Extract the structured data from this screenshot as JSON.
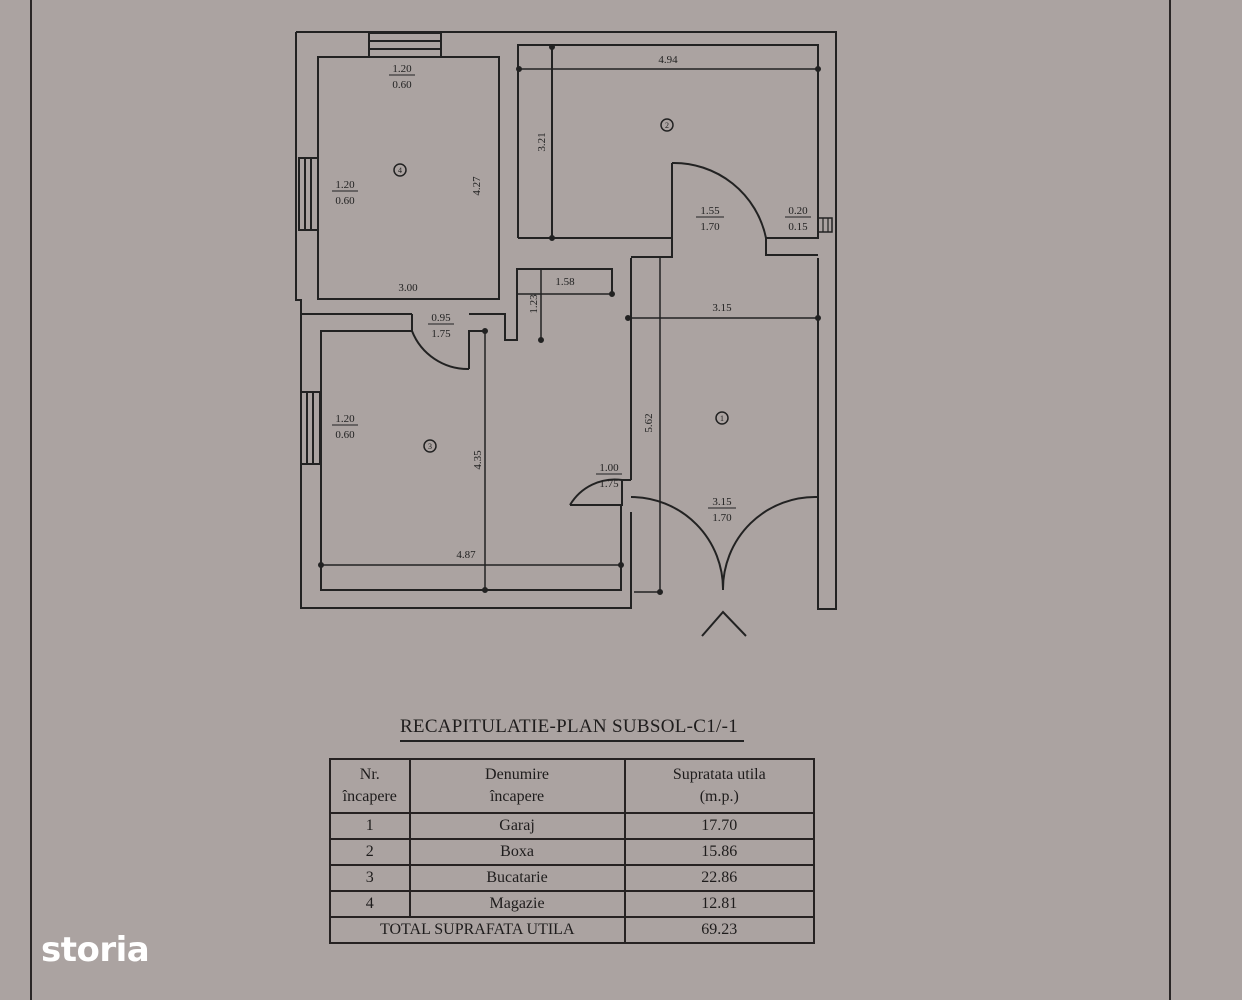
{
  "document": {
    "type": "floor-plan",
    "background_color": "#aba3a1",
    "line_color": "#222222"
  },
  "plan": {
    "rooms": [
      {
        "number": "1",
        "label_symbol": "①"
      },
      {
        "number": "2",
        "label_symbol": "②"
      },
      {
        "number": "3",
        "label_symbol": "③"
      },
      {
        "number": "4",
        "label_symbol": "④"
      }
    ],
    "dimensions": {
      "room4_width": "3.00",
      "room4_height": "4.27",
      "room2_width": "4.94",
      "room2_height": "3.21",
      "hall_width": "1.58",
      "hall_height": "1.23",
      "room1_width": "3.15",
      "room1_height": "5.62",
      "room3_width": "4.87",
      "room3_height": "4.35"
    },
    "openings": {
      "window_room4_top": {
        "w": "1.20",
        "h": "0.60"
      },
      "window_room4_left": {
        "w": "1.20",
        "h": "0.60"
      },
      "window_room3_left": {
        "w": "1.20",
        "h": "0.60"
      },
      "door_room2": {
        "w": "1.55",
        "h": "1.70"
      },
      "vent_room2": {
        "w": "0.20",
        "h": "0.15"
      },
      "door_room3_top": {
        "w": "0.95",
        "h": "1.75"
      },
      "door_hall_room1": {
        "w": "1.00",
        "h": "1.75"
      },
      "garage_door": {
        "w": "3.15",
        "h": "1.70"
      }
    }
  },
  "summary": {
    "title": "RECAPITULATIE-PLAN SUBSOL-C1/-1",
    "headers": {
      "number_line1": "Nr.",
      "number_line2": "încapere",
      "name_line1": "Denumire",
      "name_line2": "încapere",
      "area_line1": "Supratata utila",
      "area_line2": "(m.p.)"
    },
    "rows": [
      {
        "nr": "1",
        "name": "Garaj",
        "area": "17.70"
      },
      {
        "nr": "2",
        "name": "Boxa",
        "area": "15.86"
      },
      {
        "nr": "3",
        "name": "Bucatarie",
        "area": "22.86"
      },
      {
        "nr": "4",
        "name": "Magazie",
        "area": "12.81"
      }
    ],
    "total_label": "TOTAL SUPRAFATA UTILA",
    "total_value": "69.23"
  },
  "watermark": {
    "brand": "storia"
  }
}
